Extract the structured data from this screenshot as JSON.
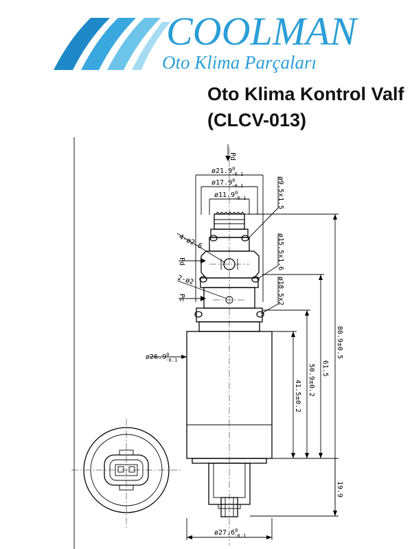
{
  "brand": {
    "name": "COOLMAN",
    "tagline": "Oto Klima Parçaları",
    "color": "#2a9ed6"
  },
  "title": {
    "line1": "Oto Klima Kontrol Valf",
    "line2": "(CLCV-013)"
  },
  "drawing": {
    "pressure_labels": {
      "top": "Pd",
      "mid": "Pd",
      "low": "Pc"
    },
    "dimensions": {
      "d21_9": {
        "base": "ø21.9",
        "sup": "0",
        "sub": "-0.1"
      },
      "d17_9": {
        "base": "ø17.9",
        "sup": "0",
        "sub": "-0.1"
      },
      "d11_9": {
        "base": "ø11.9",
        "sup": "0",
        "sub": "-0.1"
      },
      "d26_9": {
        "base": "ø26.9",
        "sup": "0",
        "sub": "-0.1"
      },
      "d27_6": {
        "base": "ø27.6",
        "sup": "0",
        "sub": "-0.1"
      },
      "oring1": "ø9.5x1.5",
      "oring2": "ø15.5x1.6",
      "oring3": "ø18.5x2",
      "holes1": "4-ø2.6",
      "holes2": "2-ø2",
      "len_total": "80.9±0.5",
      "len_61": "61.5",
      "len_50": "50.9±0.2",
      "len_41": "41.5±0.2",
      "len_19": "19.9"
    }
  }
}
